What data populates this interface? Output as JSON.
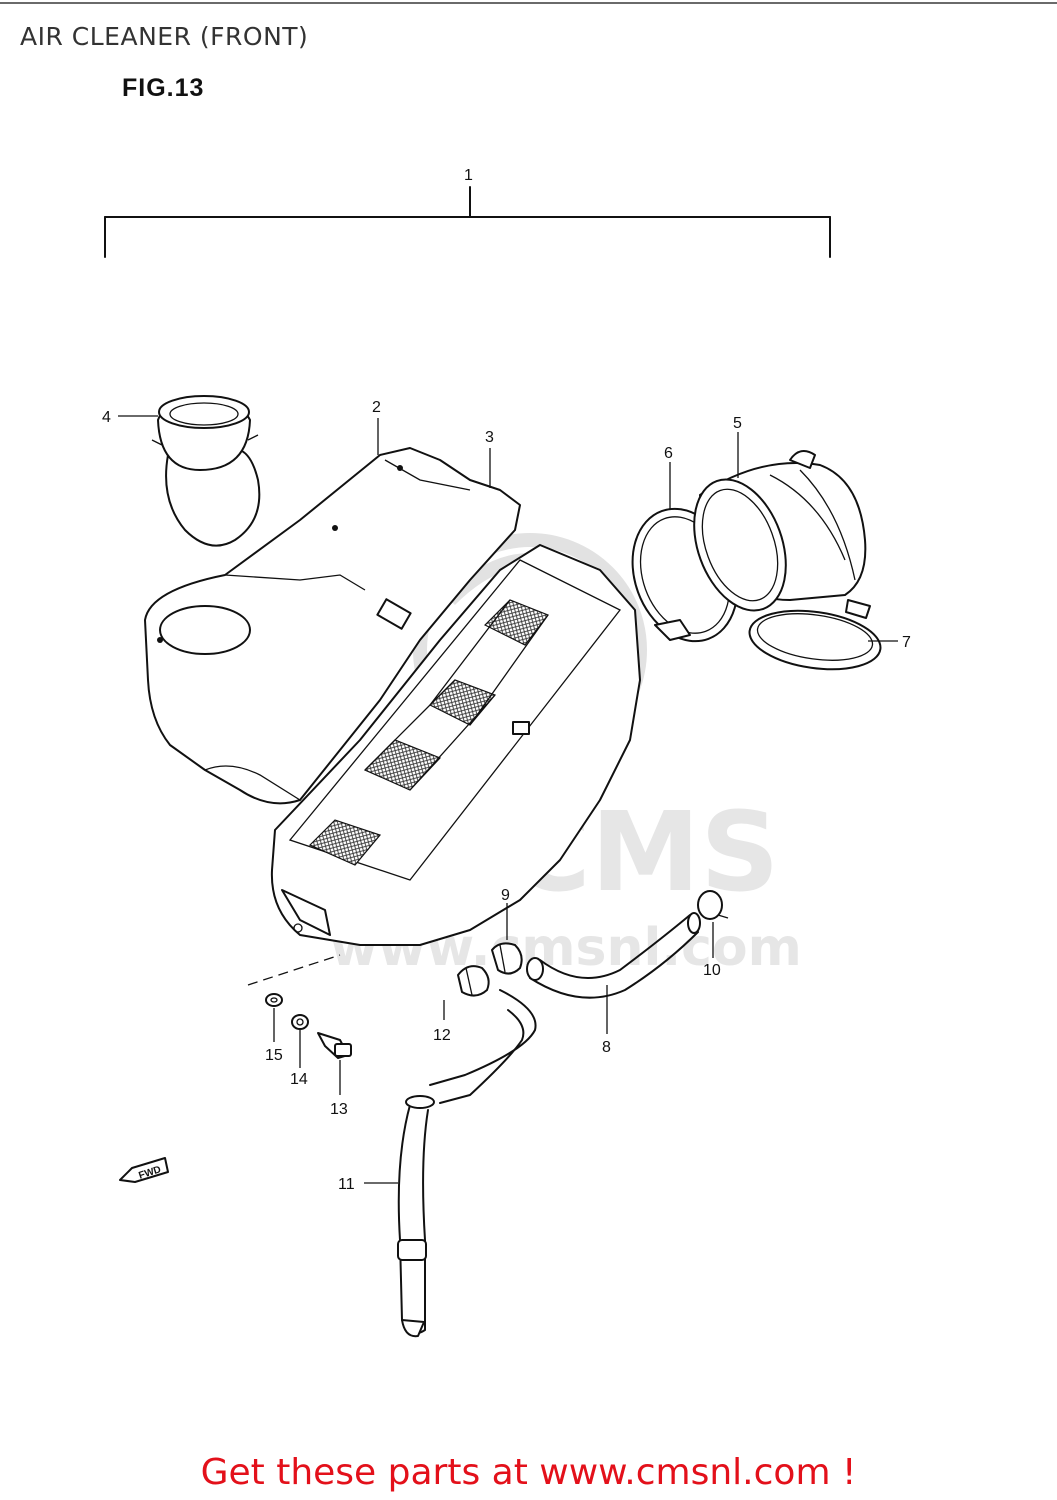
{
  "header": {
    "title": "AIR CLEANER (FRONT)",
    "figure": "FIG.13"
  },
  "watermark": {
    "logo_text": "CMS",
    "url_text": "www.cmsnl.com"
  },
  "callouts": [
    "1",
    "2",
    "3",
    "4",
    "5",
    "6",
    "7",
    "8",
    "9",
    "10",
    "11",
    "12",
    "13",
    "14",
    "15"
  ],
  "fwd_arrow": {
    "label": "FWD"
  },
  "footer": {
    "link_text": "Get these parts at www.cmsnl.com !",
    "color": "#e3101a"
  }
}
